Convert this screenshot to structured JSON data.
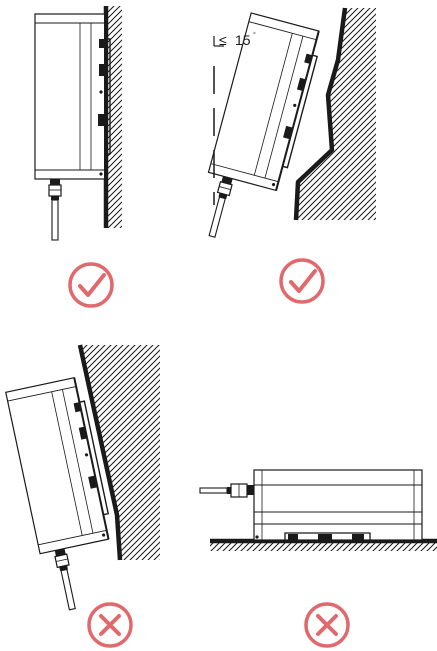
{
  "diagram": {
    "tilt_limit": {
      "symbol": "≤",
      "value": "15",
      "unit": "°"
    },
    "icons": {
      "correct": "check-circle-icon",
      "wrong": "cross-circle-icon"
    },
    "colors": {
      "line": "#1a1a1a",
      "status_mark": "#e0696d"
    },
    "panels": [
      {
        "id": "vertical-mount",
        "status": "correct"
      },
      {
        "id": "backward-tilt-mount",
        "status": "correct"
      },
      {
        "id": "forward-tilt-mount",
        "status": "wrong"
      },
      {
        "id": "horizontal-mount",
        "status": "wrong"
      }
    ]
  }
}
